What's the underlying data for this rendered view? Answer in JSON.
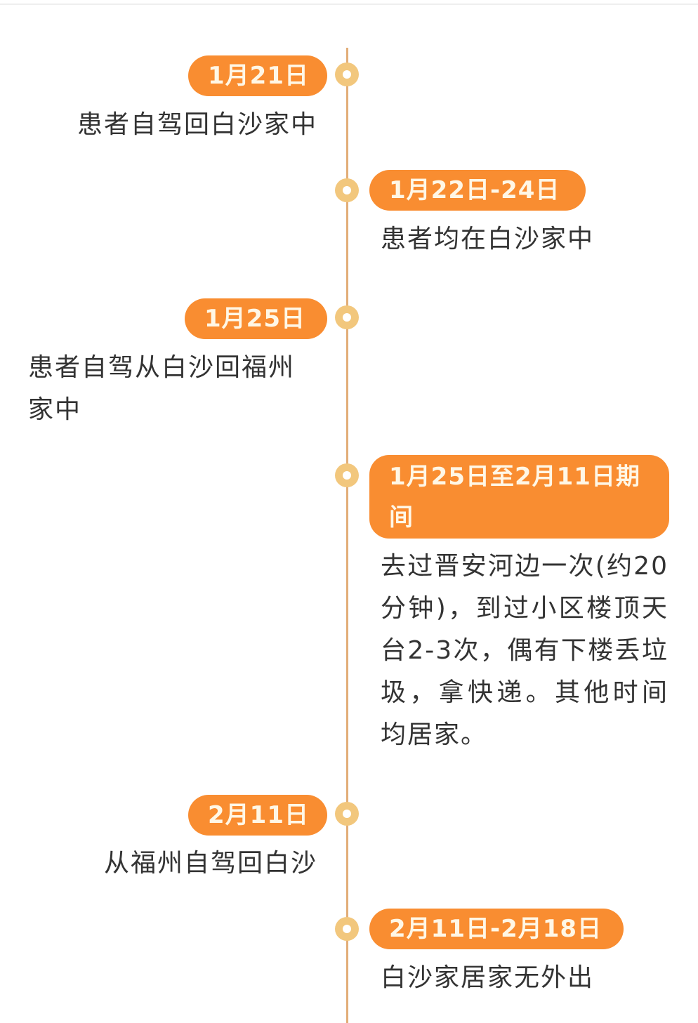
{
  "timeline": {
    "colors": {
      "pill_bg": "#f98d31",
      "pill_text": "#fff7e6",
      "node": "#f2c77d",
      "line": "#e2ad78",
      "body_text": "#333333"
    },
    "events": [
      {
        "side": "left",
        "date": "1月21日",
        "description": "患者自驾回白沙家中"
      },
      {
        "side": "right",
        "date": "1月22日-24日",
        "description": "患者均在白沙家中"
      },
      {
        "side": "left",
        "date": "1月25日",
        "description": "患者自驾从白沙回福州家中"
      },
      {
        "side": "right",
        "date": "1月25日至2月11日期间",
        "description": "去过晋安河边一次(约20分钟)，到过小区楼顶天台2-3次，偶有下楼丢垃圾，拿快递。其他时间均居家。"
      },
      {
        "side": "left",
        "date": "2月11日",
        "description": "从福州自驾回白沙"
      },
      {
        "side": "right",
        "date": "2月11日-2月18日",
        "description": "白沙家居家无外出"
      }
    ]
  }
}
